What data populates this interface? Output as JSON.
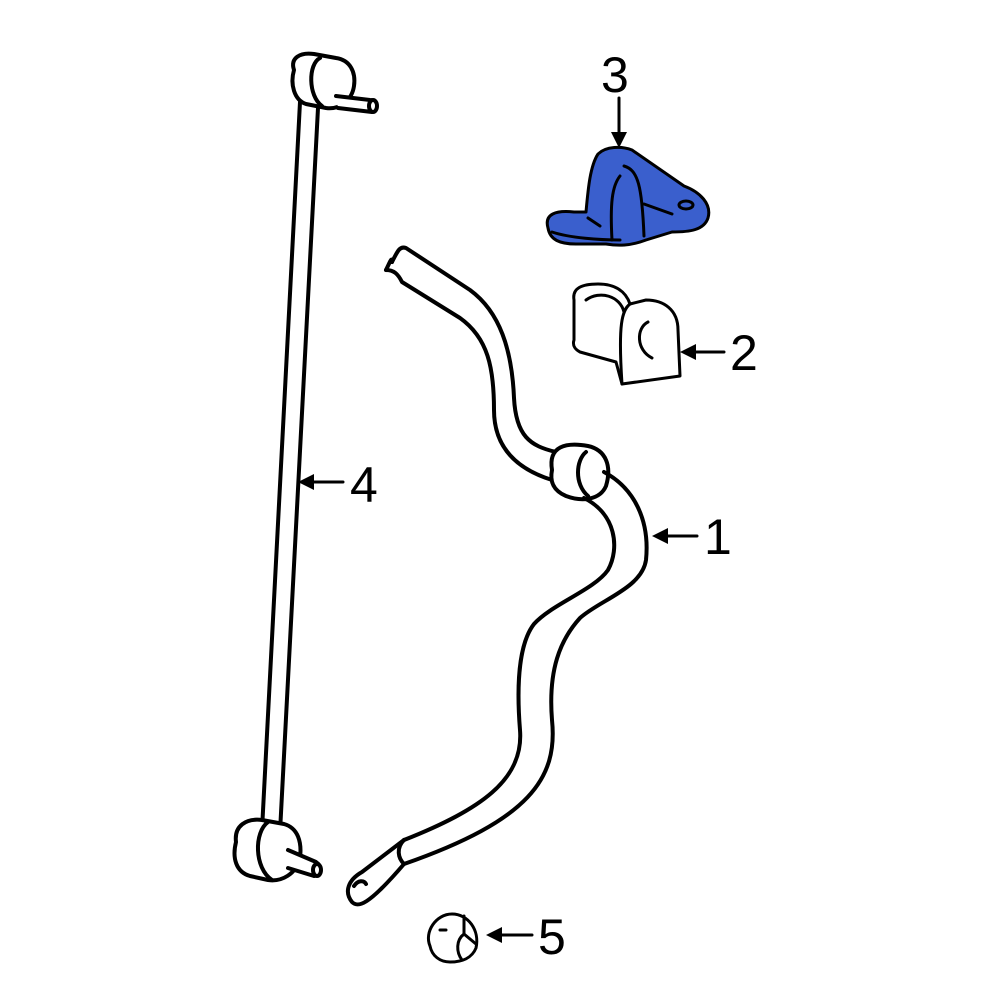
{
  "diagram": {
    "type": "exploded-parts-diagram",
    "background": "#ffffff",
    "highlight_color": "#3a5fcd",
    "line_color": "#000000",
    "parts": [
      {
        "number": "1",
        "label": "1",
        "name": "stabilizer-bar"
      },
      {
        "number": "2",
        "label": "2",
        "name": "stabilizer-bushing"
      },
      {
        "number": "3",
        "label": "3",
        "name": "bushing-bracket",
        "highlighted": true
      },
      {
        "number": "4",
        "label": "4",
        "name": "stabilizer-link"
      },
      {
        "number": "5",
        "label": "5",
        "name": "end-cap-nut"
      }
    ]
  }
}
